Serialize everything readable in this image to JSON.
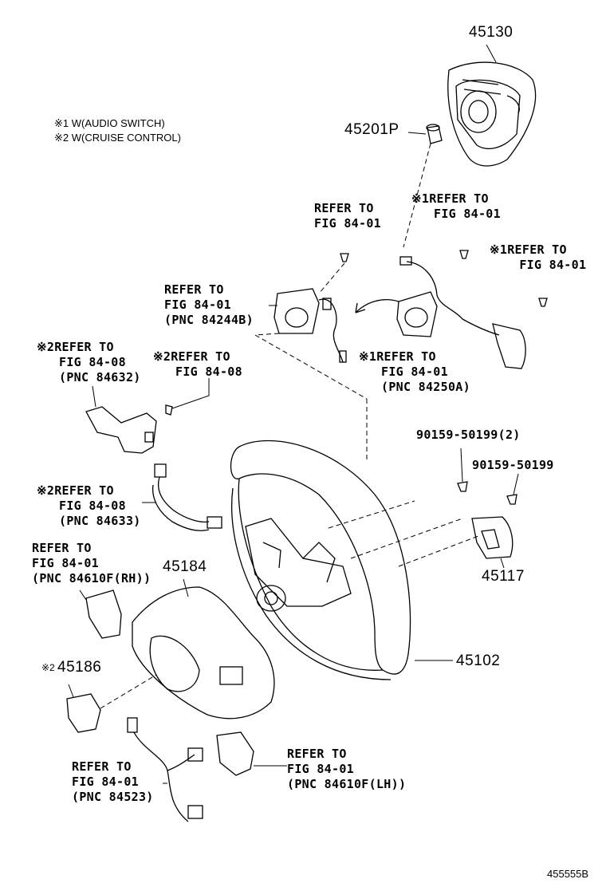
{
  "notes": {
    "line1": "※1 W(AUDIO SWITCH)",
    "line2": "※2 W(CRUISE CONTROL)"
  },
  "parts": {
    "p45130": "45130",
    "p45201p": "45201P",
    "p45184": "45184",
    "p45186": "45186",
    "p45186_mark": "※2",
    "p45117": "45117",
    "p45102": "45102",
    "bolt2": "90159-50199(2)",
    "bolt1": "90159-50199"
  },
  "refs": {
    "r1": [
      "REFER TO",
      "FIG 84-01"
    ],
    "r2": [
      "※1REFER TO",
      "   FIG 84-01"
    ],
    "r3": [
      "※1REFER TO",
      "    FIG 84-01"
    ],
    "r4": [
      "REFER TO",
      "FIG 84-01",
      "(PNC 84244B)"
    ],
    "r5": [
      "※1REFER TO",
      "   FIG 84-01",
      "   (PNC 84250A)"
    ],
    "r6": [
      "※2REFER TO",
      "   FIG 84-08",
      "   (PNC 84632)"
    ],
    "r7": [
      "※2REFER TO",
      "   FIG 84-08"
    ],
    "r8": [
      "※2REFER TO",
      "   FIG 84-08",
      "   (PNC 84633)"
    ],
    "r9": [
      "REFER TO",
      "FIG 84-01",
      "(PNC 84610F(RH))"
    ],
    "r10": [
      "REFER TO",
      "FIG 84-01",
      "(PNC 84523)"
    ],
    "r11": [
      "REFER TO",
      "FIG 84-01",
      "(PNC 84610F(LH))"
    ]
  },
  "diagram_ref": "455555B"
}
